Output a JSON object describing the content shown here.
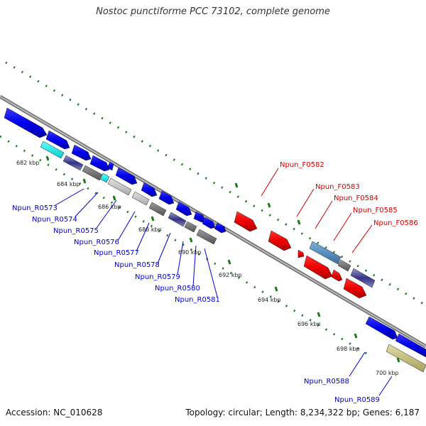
{
  "title": "Nostoc punctiforme PCC 73102, complete genome",
  "accession": "Accession: NC_010628",
  "topology": "Topology: circular; Length: 8,234,322 bp; Genes: 6,187",
  "kbp_labels": [
    "682 kbp",
    "684 kbp",
    "686 kbp",
    "688 kbp",
    "690 kbp",
    "692 kbp",
    "694 kbp",
    "696 kbp",
    "698 kbp",
    "700 kbp"
  ],
  "forward_labels": [
    "Npun_F0582",
    "Npun_F0583",
    "Npun_F0584",
    "Npun_F0585",
    "Npun_F0586"
  ],
  "reverse_labels": [
    "Npun_R0573",
    "Npun_R0574",
    "Npun_R0575",
    "Npun_R0576",
    "Npun_R0577",
    "Npun_R0578",
    "Npun_R0579",
    "Npun_R0580",
    "Npun_R0581",
    "Npun_R0588",
    "Npun_R0589"
  ],
  "colors": {
    "forward": "#cc0000",
    "reverse": "#0000cc",
    "tick": "#1a7a1a",
    "backbone": "#8a8a8a"
  }
}
